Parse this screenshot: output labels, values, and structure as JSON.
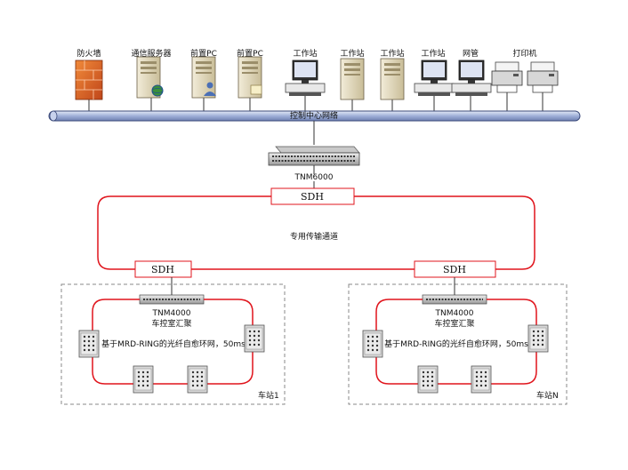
{
  "top_devices": [
    {
      "label": "防火墙",
      "icon": "firewall-icon"
    },
    {
      "label": "通信服务器",
      "icon": "comm-server-icon"
    },
    {
      "label": "前置PC",
      "icon": "front-pc-user-icon"
    },
    {
      "label": "前置PC",
      "icon": "front-pc-icon"
    },
    {
      "label": "工作站",
      "icon": "workstation-icon"
    },
    {
      "label": "工作站",
      "icon": "workstation-tower-icon"
    },
    {
      "label": "工作站",
      "icon": "workstation-tower-icon"
    },
    {
      "label": "工作站",
      "icon": "workstation-icon"
    },
    {
      "label": "网管",
      "icon": "network-mgmt-icon"
    },
    {
      "label": "打印机",
      "icon": "printer-icon"
    }
  ],
  "bus_label": "控制中心网络",
  "core_switch_label": "TNM6000",
  "sdh_label": "SDH",
  "channel_label": "专用传输通道",
  "stations": [
    {
      "switch_label": "TNM4000",
      "agg_label": "车控室汇聚",
      "ring_label": "基于MRD-RING的光纤自愈环网，50ms",
      "name": "车站1"
    },
    {
      "switch_label": "TNM4000",
      "agg_label": "车控室汇聚",
      "ring_label": "基于MRD-RING的光纤自愈环网，50ms",
      "name": "车站N"
    }
  ],
  "colors": {
    "ring": "#e0141c",
    "bus_fill": "#b9c6e6",
    "bus_stroke": "#3b4a7a",
    "dashed": "#888888"
  }
}
